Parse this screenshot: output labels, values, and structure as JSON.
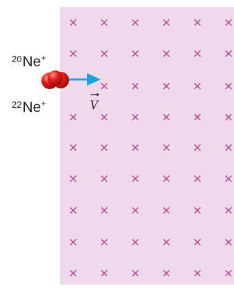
{
  "field_region": {
    "fill_color": "#eedaea",
    "marker": "×",
    "marker_color": "#b23b95",
    "meaning": "uniform magnetic field directed into the page"
  },
  "particles": [
    {
      "isotope": "20",
      "element": "Ne",
      "charge": "+"
    },
    {
      "isotope": "22",
      "element": "Ne",
      "charge": "+"
    }
  ],
  "particle_color": "#e8201c",
  "velocity": {
    "symbol": "V",
    "arrow_color": "#1ba0e0"
  }
}
